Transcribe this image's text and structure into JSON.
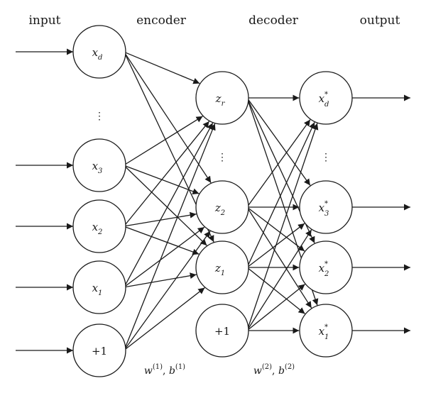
{
  "columns": {
    "input": "input",
    "encoder": "encoder",
    "decoder": "decoder",
    "output": "output"
  },
  "layers": {
    "input": [
      {
        "id": "xd",
        "base": "x",
        "sub": "d",
        "sup": ""
      },
      {
        "id": "x3",
        "base": "x",
        "sub": "3",
        "sup": ""
      },
      {
        "id": "x2",
        "base": "x",
        "sub": "2",
        "sup": ""
      },
      {
        "id": "x1",
        "base": "x",
        "sub": "1",
        "sup": ""
      },
      {
        "id": "b1",
        "base": "+1",
        "sub": "",
        "sup": "",
        "plain": true
      }
    ],
    "hidden": [
      {
        "id": "zr",
        "base": "z",
        "sub": "r",
        "sup": ""
      },
      {
        "id": "z2",
        "base": "z",
        "sub": "2",
        "sup": ""
      },
      {
        "id": "z1",
        "base": "z",
        "sub": "1",
        "sup": ""
      },
      {
        "id": "b2",
        "base": "+1",
        "sub": "",
        "sup": "",
        "plain": true
      }
    ],
    "output": [
      {
        "id": "xd_star",
        "base": "x",
        "sub": "d",
        "sup": "*"
      },
      {
        "id": "x3_star",
        "base": "x",
        "sub": "3",
        "sup": "*"
      },
      {
        "id": "x2_star",
        "base": "x",
        "sub": "2",
        "sup": "*"
      },
      {
        "id": "x1_star",
        "base": "x",
        "sub": "1",
        "sup": "*"
      }
    ]
  },
  "ellipsis": "⋮",
  "weights": {
    "encoder": {
      "w": "w",
      "w_sup": "(1)",
      "sep": ", ",
      "b": "b",
      "b_sup": "(1)"
    },
    "decoder": {
      "w": "w",
      "w_sup": "(2)",
      "sep": ", ",
      "b": "b",
      "b_sup": "(2)"
    }
  },
  "colors": {
    "stroke": "#1a1a1a",
    "background": "#ffffff"
  }
}
